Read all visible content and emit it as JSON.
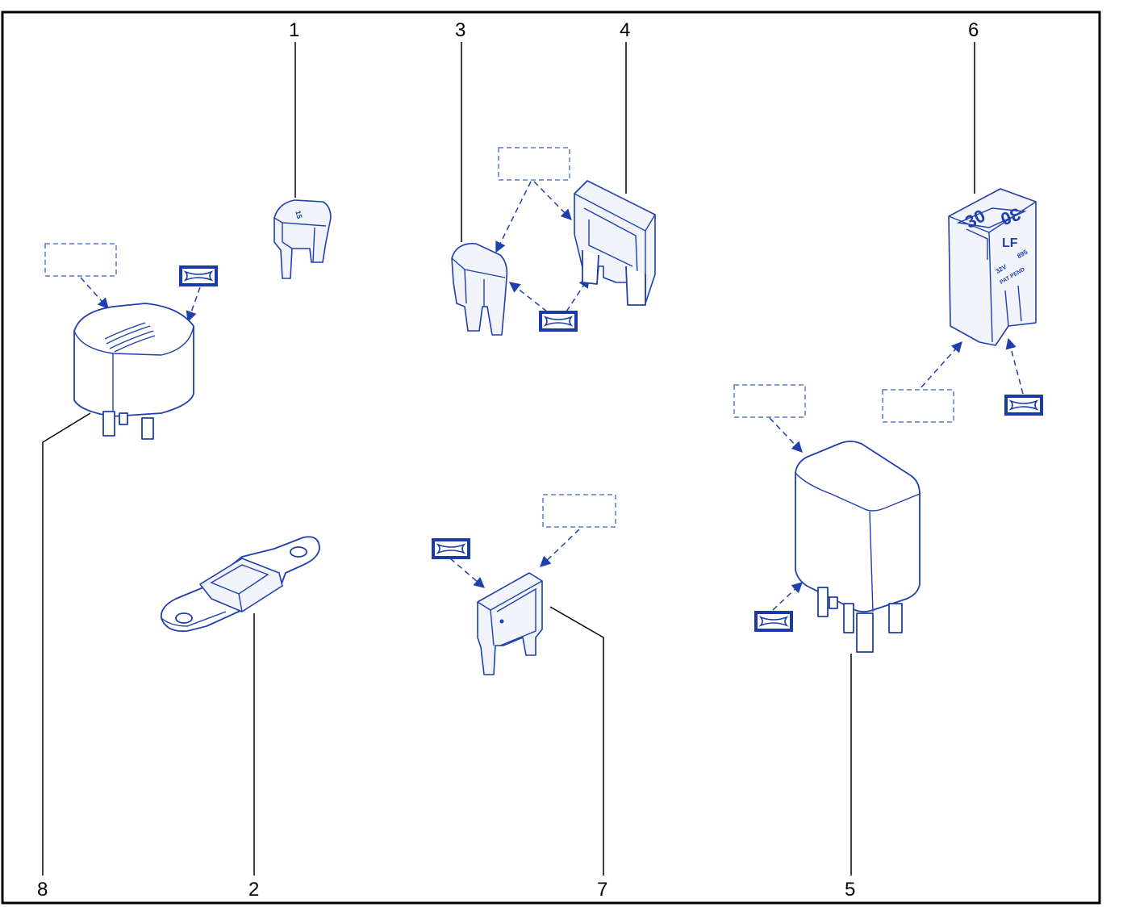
{
  "callouts": {
    "c1": "1",
    "c2": "2",
    "c3": "3",
    "c4": "4",
    "c5": "5",
    "c6": "6",
    "c7": "7",
    "c8": "8"
  },
  "fuse_markings": {
    "mini_fuse_rating": "15",
    "cartridge_rating": "30",
    "cartridge_brand": "LF",
    "cartridge_voltage": "32V",
    "cartridge_code": "895",
    "cartridge_patent": "PAT PEND"
  },
  "colors": {
    "line_art": "#1f3fae",
    "tag_border": "#1a3aa8",
    "frame": "#000000"
  }
}
